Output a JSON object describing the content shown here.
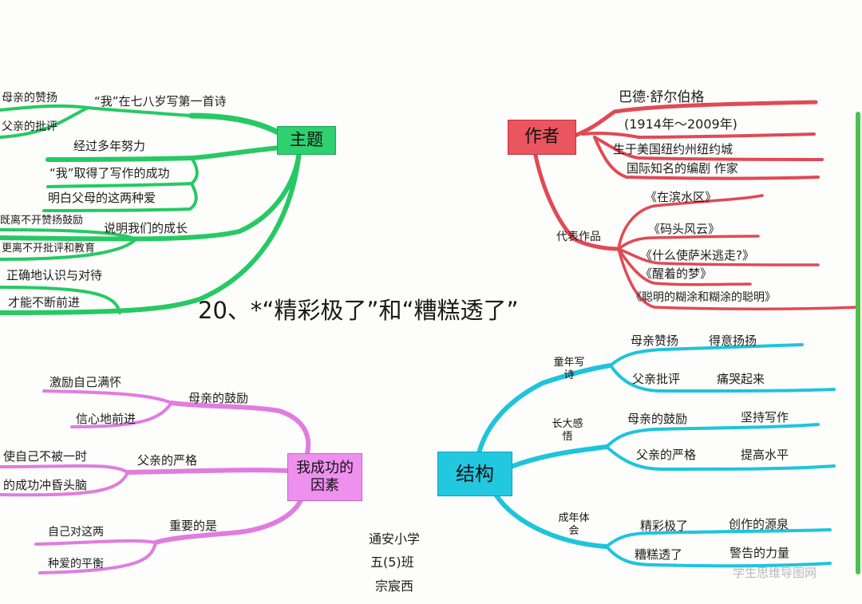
{
  "title": "20、*“精彩极了”和“糟糕透了”",
  "theme": {
    "center": "主题",
    "branches": [
      "母亲的赞扬",
      "父亲的批评",
      "“我”在七八岁写第一首诗",
      "经过多年努力",
      "“我”取得了写作的成功",
      "明白父母的这两种爱",
      "既离不开赞扬鼓励",
      "说明我们的成长",
      "更离不开批评和教育",
      "正确地认识与对待",
      "才能不断前进"
    ]
  },
  "author": {
    "center": "作者",
    "info": [
      "巴德·舒尔伯格",
      "(1914年～2009年)",
      "生于美国纽约州纽约城",
      "国际知名的编剧 作家"
    ],
    "works_label": "代表作品",
    "works": [
      "《在滨水区》",
      "《码头风云》",
      "《什么使萨米逃走?》",
      "《醒着的梦》",
      "《聪明的糊涂和糊涂的聪明》"
    ]
  },
  "structure": {
    "center": "结构",
    "sections": [
      {
        "label": "童年写诗",
        "items": [
          [
            "母亲赞扬",
            "得意扬扬"
          ],
          [
            "父亲批评",
            "痛哭起来"
          ]
        ]
      },
      {
        "label": "长大感悟",
        "items": [
          [
            "母亲的鼓励",
            "坚持写作"
          ],
          [
            "父亲的严格",
            "提高水平"
          ]
        ]
      },
      {
        "label": "成年体会",
        "items": [
          [
            "精彩极了",
            "创作的源泉"
          ],
          [
            "糟糕透了",
            "警告的力量"
          ]
        ]
      }
    ]
  },
  "factors": {
    "center": "我成功的因素",
    "mother_label": "母亲的鼓励",
    "mother_items": [
      "激励自己满怀",
      "信心地前进"
    ],
    "father_label": "父亲的严格",
    "father_items": [
      "使自己不被一时",
      "的成功冲昏头脑"
    ],
    "important_label": "重要的是",
    "important_items": [
      "自己对这两",
      "种爱的平衡"
    ]
  },
  "signature": [
    "通安小学",
    "五(5)班",
    "宗宸西"
  ],
  "watermark": "学生思维导图网",
  "colors": {
    "theme": "#26c964",
    "author": "#e04a55",
    "structure": "#1ec4dc",
    "factors": "#e07ce0"
  }
}
